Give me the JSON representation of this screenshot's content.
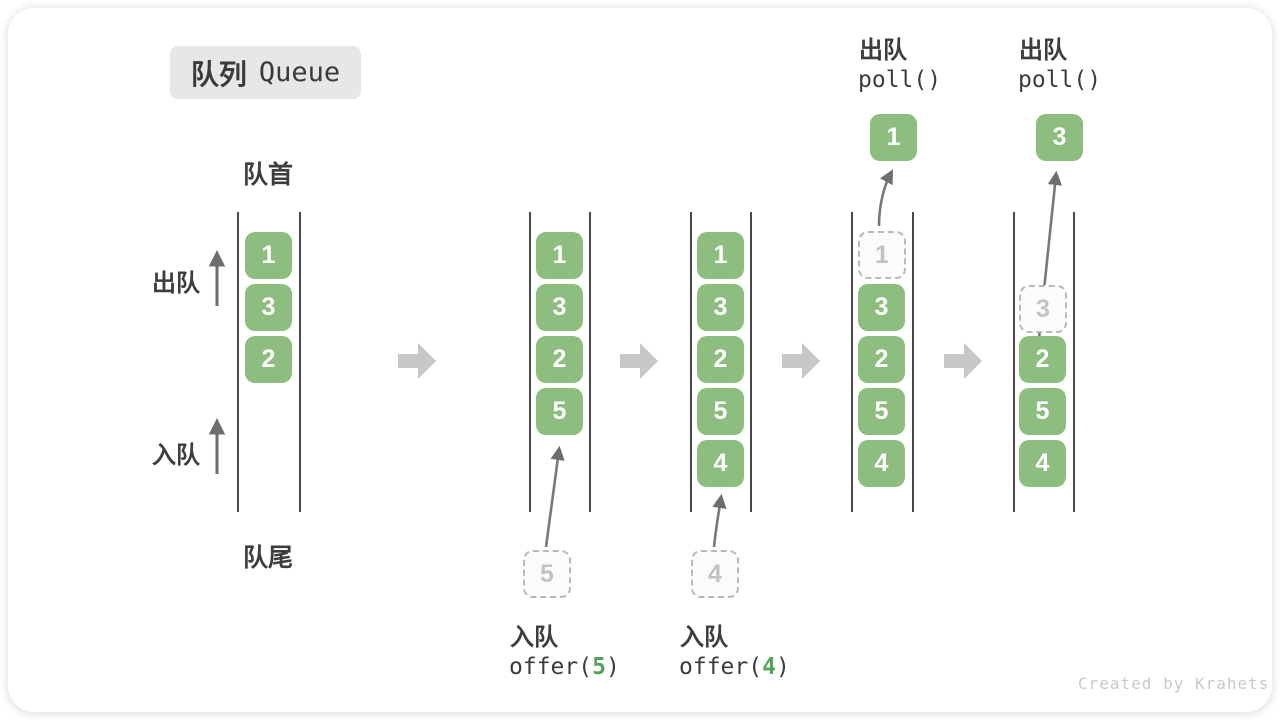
{
  "title": {
    "zh": "队列",
    "en": "Queue"
  },
  "labels": {
    "front": "队首",
    "rear": "队尾",
    "dequeue_side": "出队",
    "enqueue_side": "入队"
  },
  "colors": {
    "box_green": "#8ebd80",
    "call_arg_green": "#55a15a",
    "block_arrow_gray": "#c7c7c7",
    "line_dark": "#4a4a4a",
    "text_dark": "#3c3c3c",
    "ghost_gray": "#b9b9b9",
    "badge_bg": "#e7e7e7"
  },
  "stages": [
    {
      "boxes": [
        {
          "value": "1"
        },
        {
          "value": "3"
        },
        {
          "value": "2"
        }
      ]
    },
    {
      "boxes": [
        {
          "value": "1"
        },
        {
          "value": "3"
        },
        {
          "value": "2"
        },
        {
          "value": "5"
        }
      ]
    },
    {
      "boxes": [
        {
          "value": "1"
        },
        {
          "value": "3"
        },
        {
          "value": "2"
        },
        {
          "value": "5"
        },
        {
          "value": "4"
        }
      ]
    },
    {
      "ghost": "1",
      "boxes": [
        {
          "value": "3"
        },
        {
          "value": "2"
        },
        {
          "value": "5"
        },
        {
          "value": "4"
        }
      ]
    },
    {
      "ghost": "3",
      "boxes": [
        {
          "value": "2"
        },
        {
          "value": "5"
        },
        {
          "value": "4"
        }
      ]
    }
  ],
  "enqueue_ops": [
    {
      "action": "入队",
      "fn": "offer(",
      "arg": "5",
      "close": ")",
      "pending": "5"
    },
    {
      "action": "入队",
      "fn": "offer(",
      "arg": "4",
      "close": ")",
      "pending": "4"
    }
  ],
  "dequeue_ops": [
    {
      "action": "出队",
      "call": "poll()",
      "value": "1"
    },
    {
      "action": "出队",
      "call": "poll()",
      "value": "3"
    }
  ],
  "watermark": "Created by Krahets"
}
